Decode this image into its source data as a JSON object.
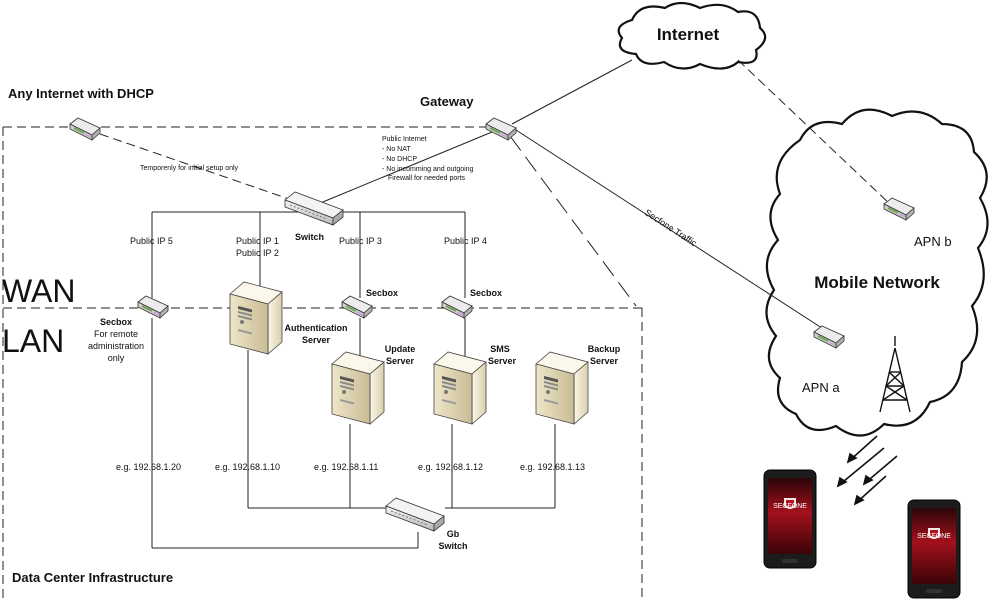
{
  "labels": {
    "internet": "Internet",
    "any_internet": "Any Internet with DHCP",
    "gateway": "Gateway",
    "temp_setup": "Temporenly for initial setup only",
    "public_internet": "Public Internet",
    "no_nat": "- No NAT",
    "no_dhcp": "- No DHCP",
    "no_incoming": "- No incomming and outgoing",
    "firewall": "Firewall for needed ports",
    "switch": "Switch",
    "secfone_traffic": "Secfone Traffic",
    "apn_b": "APN b",
    "mobile_network": "Mobile Network",
    "apn_a": "APN a",
    "public_ip5": "Public IP 5",
    "public_ip1": "Public IP 1",
    "public_ip2": "Public IP 2",
    "public_ip3": "Public IP 3",
    "public_ip4": "Public IP 4",
    "wan": "WAN",
    "lan": "LAN",
    "secbox": "Secbox",
    "secbox_remote_1": "For remote",
    "secbox_remote_2": "administration",
    "secbox_remote_3": "only",
    "auth_server_1": "Authentication",
    "auth_server_2": "Server",
    "update_server_1": "Update",
    "update_server_2": "Server",
    "sms_server_1": "SMS",
    "sms_server_2": "Server",
    "backup_server_1": "Backup",
    "backup_server_2": "Server",
    "ip_20": "e.g. 192.68.1.20",
    "ip_10": "e.g. 192.68.1.10",
    "ip_11": "e.g. 192.68.1.11",
    "ip_12": "e.g. 192.68.1.12",
    "ip_13": "e.g. 192.68.1.13",
    "gb_switch_1": "Gb",
    "gb_switch_2": "Switch",
    "data_center": "Data Center Infrastructure",
    "phone_brand": "SECFONE"
  },
  "colors": {
    "router_body": "#dcdcdc",
    "router_accent": "#6aa84f",
    "router_purple": "#c9a6d8",
    "server_body": "#e8e0c8",
    "phone_screen": "#8b0a14"
  }
}
